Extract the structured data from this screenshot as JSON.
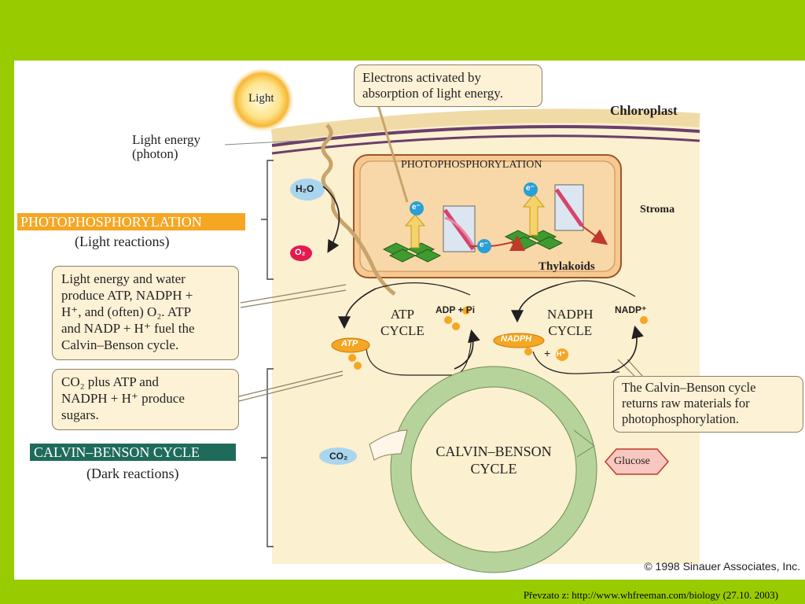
{
  "diagram": {
    "sun_label": "Light",
    "light_energy": "Light energy\n(photon)",
    "callout_electrons": "Electrons activated by\nabsorption of light energy.",
    "chloroplast": "Chloroplast",
    "stroma": "Stroma",
    "thylakoids": "Thylakoids",
    "thylakoid_title": "PHOTOPHOSPHORYLATION",
    "photo_banner": "PHOTOPHOSPHORYLATION",
    "photo_sub": "(Light reactions)",
    "h2o": "H₂O",
    "o2": "O₂",
    "electron": "e⁻",
    "box_light_energy": "Light energy and water\nproduce ATP, NADPH +\nH⁺, and (often) O₂. ATP\nand NADP + H⁺ fuel the\nCalvin–Benson cycle.",
    "box_co2": "CO₂ plus ATP and\nNADPH + H⁺ produce\nsugars.",
    "calvin_banner": "CALVIN–BENSON CYCLE",
    "calvin_sub": "(Dark reactions)",
    "atp_cycle": "ATP\nCYCLE",
    "nadph_cycle": "NADPH\nCYCLE",
    "adp_pi": "ADP +   Pi",
    "nadp_plus": "NADP⁺",
    "atp": "ATP",
    "nadph": "NADPH",
    "plus_h": "+",
    "h_plus": "H⁺",
    "co2": "CO₂",
    "calvin_center": "CALVIN–BENSON\nCYCLE",
    "glucose": "Glucose",
    "box_raw": "The Calvin–Benson cycle\nreturns raw materials for\nphotophosphorylation.",
    "copyright": "© 1998 Sinauer Associates, Inc."
  },
  "footer": "Převzato z: http://www.whfreeman.com/biology (27.10. 2003)",
  "colors": {
    "frame_green": "#99cc00",
    "stroma": "#fbf0cf",
    "membrane": "#6b3f6b",
    "thylakoid": "#f5c98f",
    "photo_banner": "#f5a623",
    "calvin_banner": "#1f6b5a",
    "calvin_ring": "#b7d39c",
    "atp_orange": "#f5a623",
    "glucose": "#f7c8c0"
  }
}
